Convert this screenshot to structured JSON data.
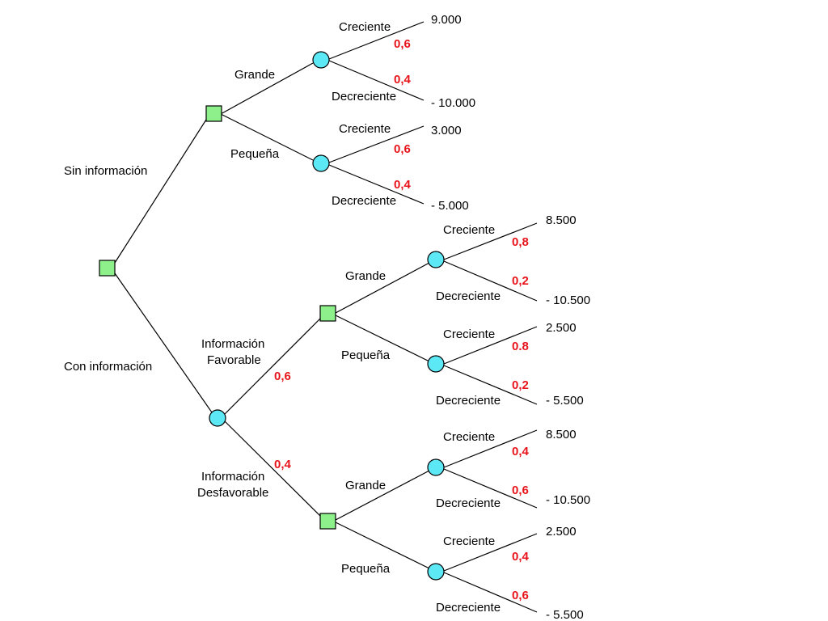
{
  "colors": {
    "decision_node": "#8ef08a",
    "chance_node": "#5ce8f4",
    "probability_text": "#e8141b",
    "lines": "#000000"
  },
  "branches": {
    "sin_informacion": "Sin información",
    "con_informacion": "Con información",
    "info_favorable_1": "Información",
    "info_favorable_2": "Favorable",
    "info_desfavorable_1": "Información",
    "info_desfavorable_2": "Desfavorable",
    "grande": "Grande",
    "pequena": "Pequeña",
    "creciente": "Creciente",
    "decreciente": "Decreciente"
  },
  "probabilities": {
    "favorable": "0,6",
    "desfavorable": "0,4",
    "sin_info": {
      "grande": [
        "0,6",
        "0,4"
      ],
      "pequena": [
        "0,6",
        "0,4"
      ]
    },
    "favorable_grande": [
      "0,8",
      "0,2"
    ],
    "favorable_pequena": [
      "0.8",
      "0,2"
    ],
    "desfavorable_grande": [
      "0,4",
      "0,6"
    ],
    "desfavorable_pequena": [
      "0,4",
      "0,6"
    ]
  },
  "payoffs": {
    "sin_info": {
      "grande": [
        "9.000",
        "- 10.000"
      ],
      "pequena": [
        "3.000",
        "- 5.000"
      ]
    },
    "favorable": {
      "grande": [
        "8.500",
        "- 10.500"
      ],
      "pequena": [
        "2.500",
        "- 5.500"
      ]
    },
    "desfavorable": {
      "grande": [
        "8.500",
        "- 10.500"
      ],
      "pequena": [
        "2.500",
        "- 5.500"
      ]
    }
  }
}
